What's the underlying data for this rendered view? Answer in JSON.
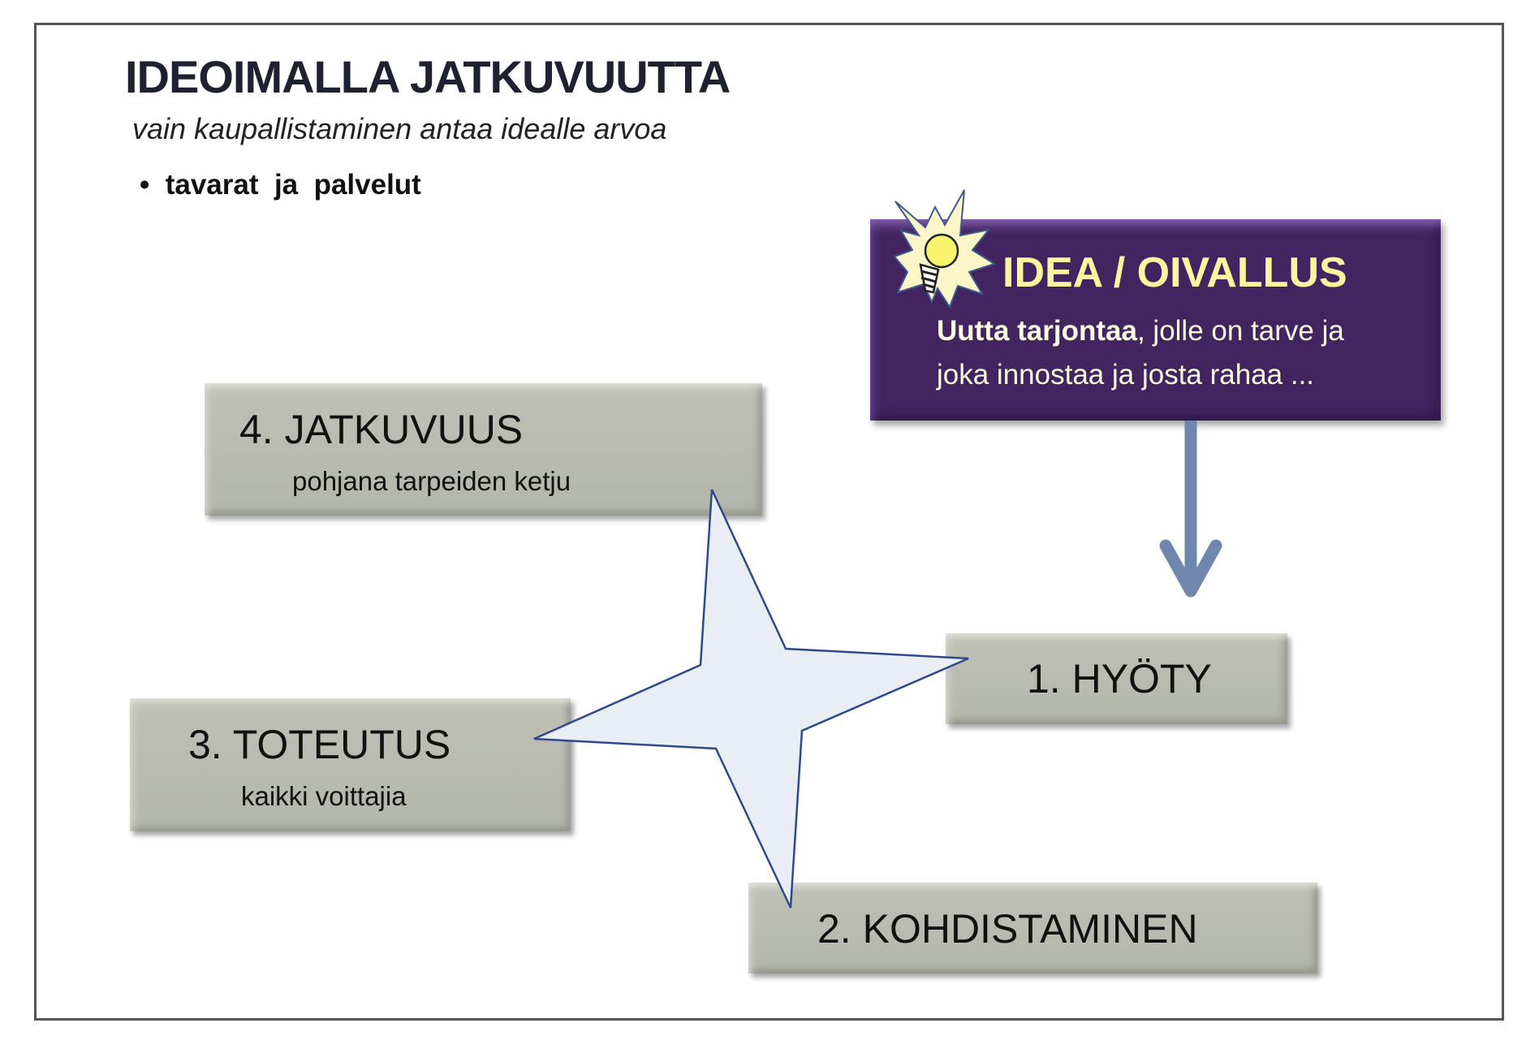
{
  "title": "IDEOIMALLA JATKUVUUTTA",
  "subtitle": "vain kaupallistaminen antaa idealle arvoa",
  "bullet": "tavarat  ja  palvelut",
  "idea": {
    "title": "IDEA / OIVALLUS",
    "line1_bold": "Uutta tarjontaa",
    "line1_rest": ", jolle on tarve ja",
    "line2": "joka innostaa ja josta rahaa ..."
  },
  "steps": {
    "s1": {
      "title": "1. HYÖTY"
    },
    "s2": {
      "title": "2. KOHDISTAMINEN"
    },
    "s3": {
      "title": "3. TOTEUTUS",
      "sub": "kaikki voittajia"
    },
    "s4": {
      "title": "4. JATKUVUUS",
      "sub": "pohjana tarpeiden ketju"
    }
  },
  "colors": {
    "purple": "#412460",
    "arrow": "#6f86ad",
    "star_fill": "#e9edf4",
    "star_stroke": "#2e4a8a",
    "idea_title": "#fbf5a0"
  }
}
